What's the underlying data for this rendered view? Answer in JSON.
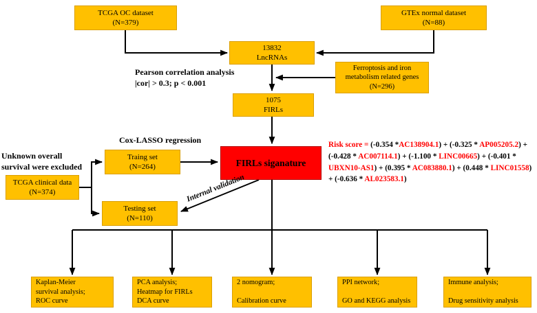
{
  "boxes": {
    "tcga_oc": "TCGA OC dataset\n(N=379)",
    "gtex": "GTEx normal dataset\n(N=88)",
    "lncrnas": "13832\nLncRNAs",
    "ferroptosis": "Ferroptosis and iron\nmetabolism related genes\n(N=296)",
    "firls": "1075\nFIRLs",
    "training": "Traing set\n(N=264)",
    "clinical": "TCGA clinical data\n(N=374)",
    "testing": "Testing set\n(N=110)",
    "signature": "FIRLs siganature",
    "km": "Kaplan-Meier\nsurvival analysis;\nROC curve",
    "pca": "PCA analysis;\nHeatmap for FIRLs\nDCA curve",
    "nomogram": "2 nomogram;\n\nCalibration curve",
    "ppi": "PPI network;\n\nGO and KEGG analysis",
    "immune": "Immune analysis;\n\nDrug sensitivity analysis"
  },
  "annotations": {
    "pearson": "Pearson correlation analysis\n|cor| > 0.3; p < 0.001",
    "cox_lasso": "Cox-LASSO regression",
    "excluded": "Unknown overall\nsurvival were excluded",
    "internal_validation": "Internal validation"
  },
  "risk_score": {
    "segments": [
      {
        "text": "Risk score = ",
        "color": "red"
      },
      {
        "text": "(-0.354 *",
        "color": "black"
      },
      {
        "text": "AC138904.1",
        "color": "red"
      },
      {
        "text": ") + (-0.325 * ",
        "color": "black"
      },
      {
        "text": "AP005205.2",
        "color": "red"
      },
      {
        "text": ") + (-0.428 * ",
        "color": "black"
      },
      {
        "text": "AC007114.1",
        "color": "red"
      },
      {
        "text": ") + (-1.100 * ",
        "color": "black"
      },
      {
        "text": "LINC00665",
        "color": "red"
      },
      {
        "text": ") + (-0.401 * ",
        "color": "black"
      },
      {
        "text": "UBXN10-AS1",
        "color": "red"
      },
      {
        "text": ") + (0.395 * ",
        "color": "black"
      },
      {
        "text": "AC083880.1",
        "color": "red"
      },
      {
        "text": ") + (0.448 * ",
        "color": "black"
      },
      {
        "text": "LINC01558",
        "color": "red"
      },
      {
        "text": ") + (-0.636 * ",
        "color": "black"
      },
      {
        "text": "AL023583.1",
        "color": "red"
      },
      {
        "text": ")",
        "color": "black"
      }
    ]
  },
  "colors": {
    "box_fill": "#FFC000",
    "box_border": "#DA9E00",
    "signature_fill": "#FF0000",
    "accent_red": "#FF0000",
    "arrow": "#000000"
  }
}
